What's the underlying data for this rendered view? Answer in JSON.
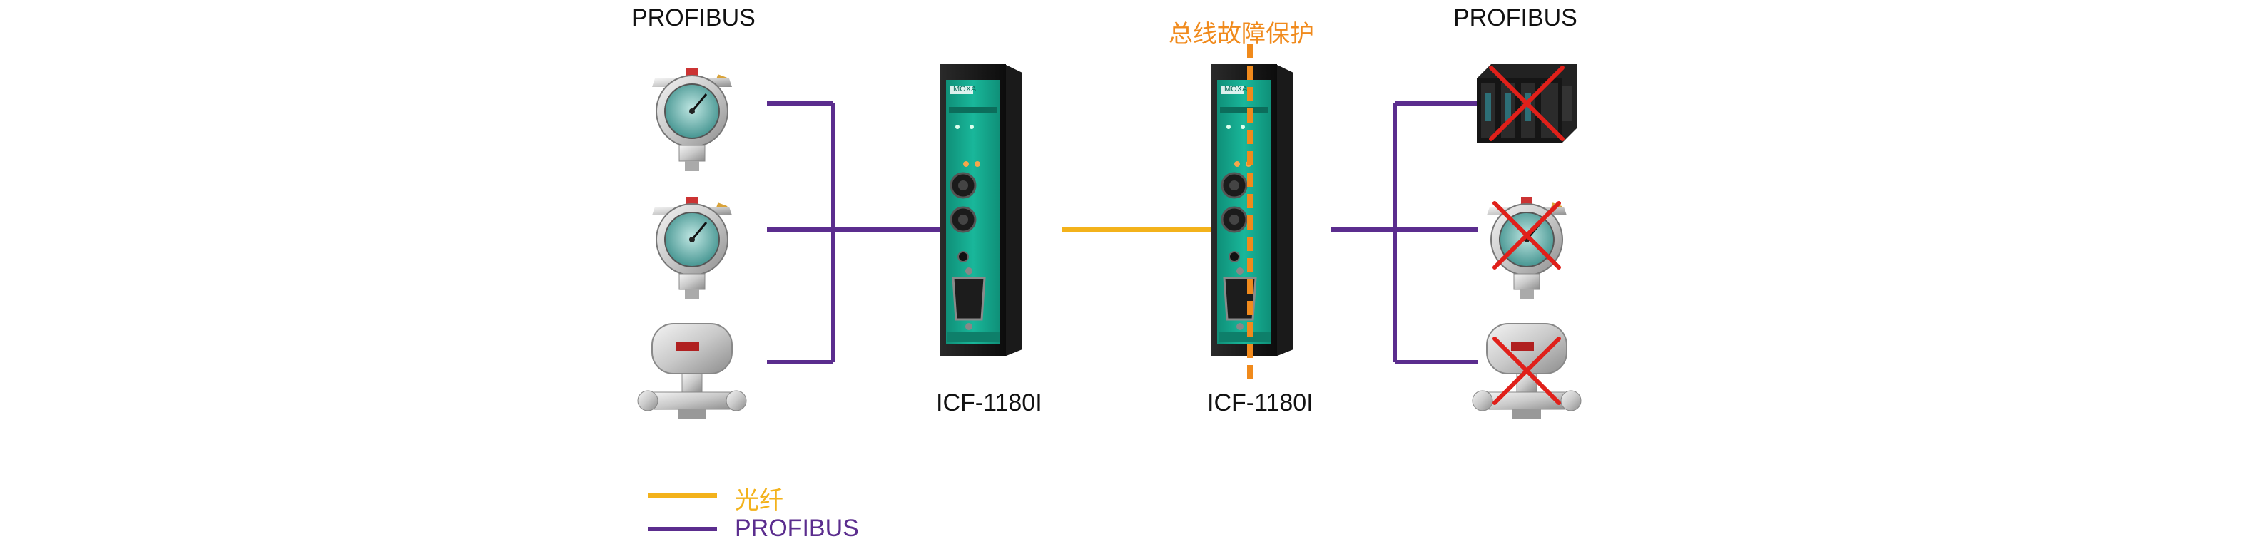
{
  "left_network": {
    "title": "PROFIBUS"
  },
  "right_network": {
    "title": "PROFIBUS"
  },
  "left_converter": {
    "model": "ICF-1180I",
    "brand": "MOXA"
  },
  "right_converter": {
    "model": "ICF-1180I",
    "brand": "MOXA"
  },
  "fault_label": "总线故障保护",
  "legend": {
    "fiber_label": "光纤",
    "profibus_label": "PROFIBUS"
  },
  "colors": {
    "fiber": "#f3b21b",
    "profibus": "#5b2d8e",
    "fault": "#f08a1c",
    "failed_mark": "#e0201a",
    "converter_accent": "#14a98e"
  },
  "icons": [
    "pressure-gauge-icon",
    "pressure-gauge-icon",
    "flow-meter-icon",
    "plc-icon",
    "pressure-gauge-icon",
    "flow-meter-icon"
  ],
  "device_status": {
    "left": [
      "ok",
      "ok",
      "ok"
    ],
    "right": [
      "failed",
      "failed",
      "failed"
    ]
  }
}
